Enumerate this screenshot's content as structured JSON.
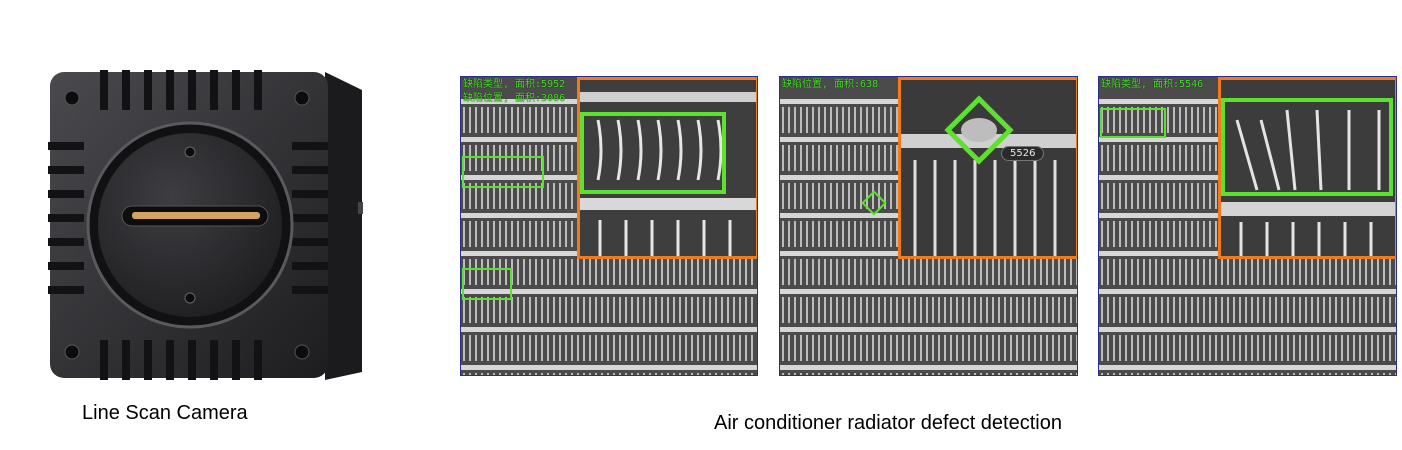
{
  "camera": {
    "caption": "Line Scan Camera",
    "body_color": "#2a2a2c",
    "sensor_color": "#d4a35f"
  },
  "detection": {
    "caption": "Air conditioner radiator defect detection",
    "frame_color": "#2b2f8a",
    "box_color": "#5ee02e",
    "zoom_border_color": "#f07a1c",
    "panels": [
      {
        "line1": "缺陷类型, 面积:5952",
        "line2": "缺陷位置, 面积:3086"
      },
      {
        "line1": "缺陷位置, 面积:638",
        "badge": "5526"
      },
      {
        "line1": "缺陷类型, 面积:5546"
      }
    ]
  }
}
